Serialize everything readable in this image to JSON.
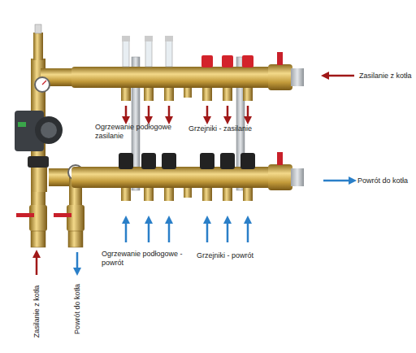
{
  "diagram": {
    "labels": [
      "Zasilanie z kotła",
      "Ogrzewanie podłogowe zasilanie",
      "Grzejniki - zasilanie",
      "Powrót do kotła",
      "Ogrzewanie podłogowe - powrót",
      "Grzejniki - powrót",
      "Zasilanie z kotła",
      "Powrót do kotła"
    ]
  }
}
